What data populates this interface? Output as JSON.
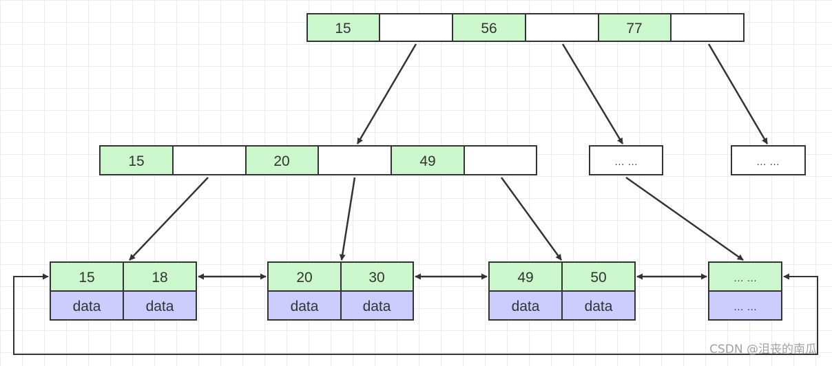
{
  "colors": {
    "key_fill": "#ccf7cc",
    "data_fill": "#ccccff",
    "ptr_fill": "#ffffff",
    "stroke": "#333333",
    "text": "#333333"
  },
  "root": {
    "cells": [
      "15",
      "",
      "56",
      "",
      "77",
      ""
    ]
  },
  "internal": {
    "main": {
      "cells": [
        "15",
        "",
        "20",
        "",
        "49",
        ""
      ]
    },
    "placeholder_1": "… …",
    "placeholder_2": "… …"
  },
  "leaves": [
    {
      "keys": [
        "15",
        "18"
      ],
      "data": [
        "data",
        "data"
      ]
    },
    {
      "keys": [
        "20",
        "30"
      ],
      "data": [
        "data",
        "data"
      ]
    },
    {
      "keys": [
        "49",
        "50"
      ],
      "data": [
        "data",
        "data"
      ]
    },
    {
      "keys": [
        "… …"
      ],
      "data": [
        "… …"
      ]
    }
  ],
  "watermark": "CSDN @沮丧的南瓜"
}
